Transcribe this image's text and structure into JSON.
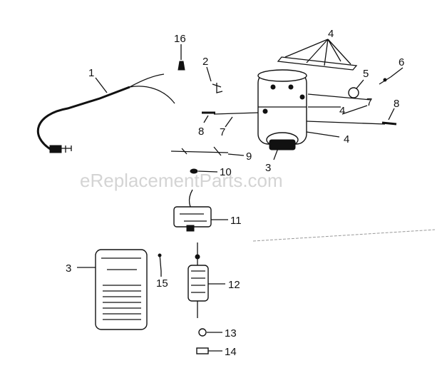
{
  "watermark": "eReplacementParts.com",
  "labels": {
    "p1": "1",
    "p2": "2",
    "p3a": "3",
    "p3b": "3",
    "p4a": "4",
    "p4b": "4",
    "p4c": "4",
    "p5": "5",
    "p6": "6",
    "p7a": "7",
    "p7b": "7",
    "p8a": "8",
    "p8b": "8",
    "p9": "9",
    "p10": "10",
    "p11": "11",
    "p12": "12",
    "p13": "13",
    "p14": "14",
    "p15": "15",
    "p16": "16"
  }
}
